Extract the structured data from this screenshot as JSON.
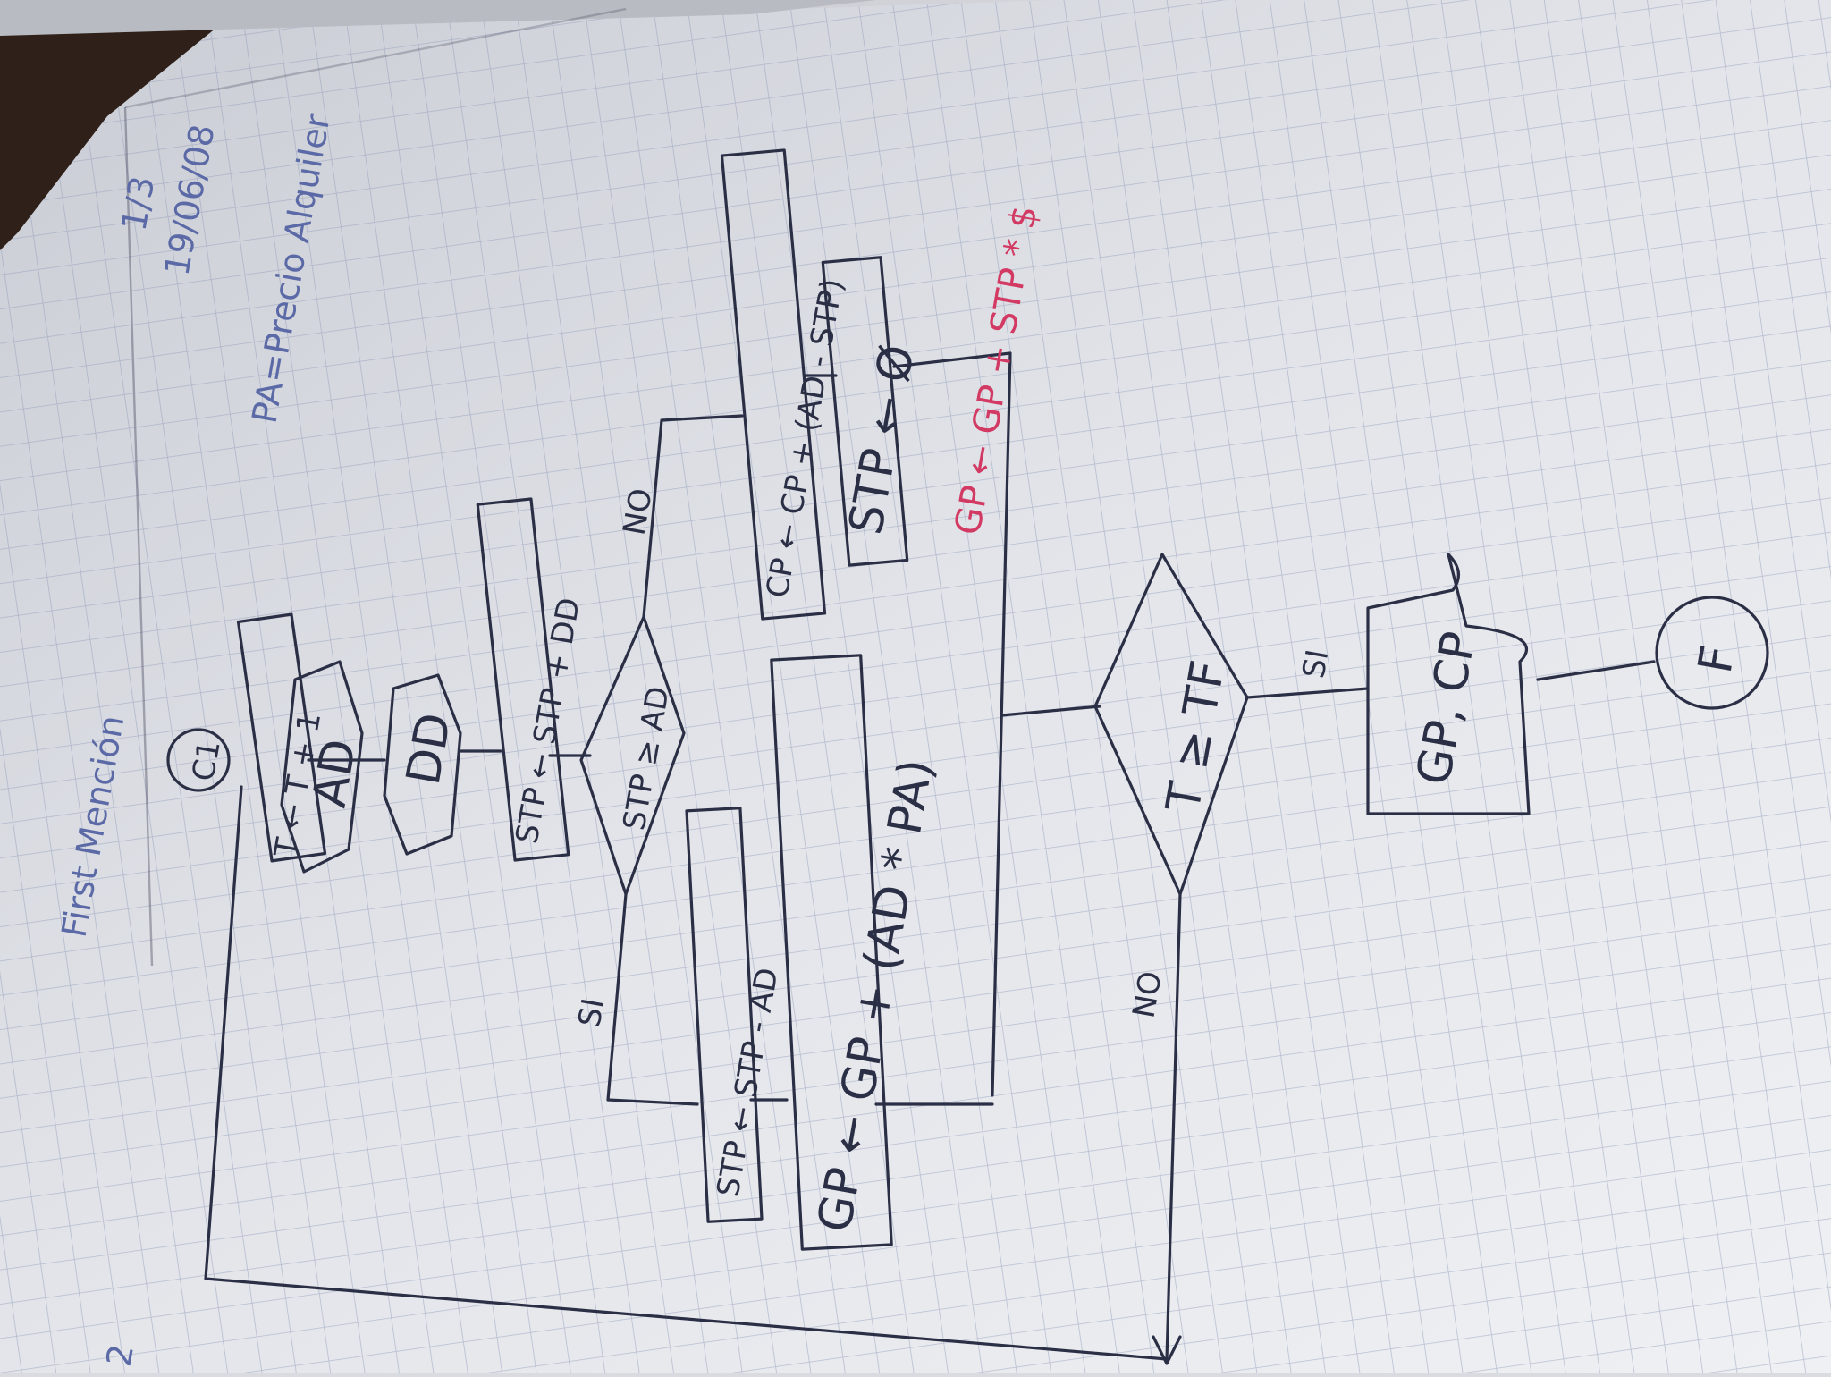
{
  "header": {
    "title": "First Mención",
    "page": "1/3",
    "date": "19/06/08",
    "legend": "PA=Precio Alquiler",
    "corner_mark": "2"
  },
  "connectors": {
    "start": "C1",
    "end": "F"
  },
  "process": {
    "increment": "T ← T + 1",
    "subtract_ad": "STP ← STP - AD",
    "gp_update": "GP ← GP + (AD * PA)",
    "cp_update": "CP ← CP + (AD - STP)",
    "stp_reset": "STP ← Ø",
    "stp_add_dd": "STP ← STP + DD"
  },
  "io": {
    "input_ad": "AD",
    "input_dd": "DD",
    "output": "GP, CP"
  },
  "decisions": {
    "stp_vs_ad": "STP ≥ AD",
    "t_vs_tf": "T ≥ TF"
  },
  "branches": {
    "yes": "SI",
    "no": "NO"
  },
  "annotation": "GP ← GP + STP * $"
}
